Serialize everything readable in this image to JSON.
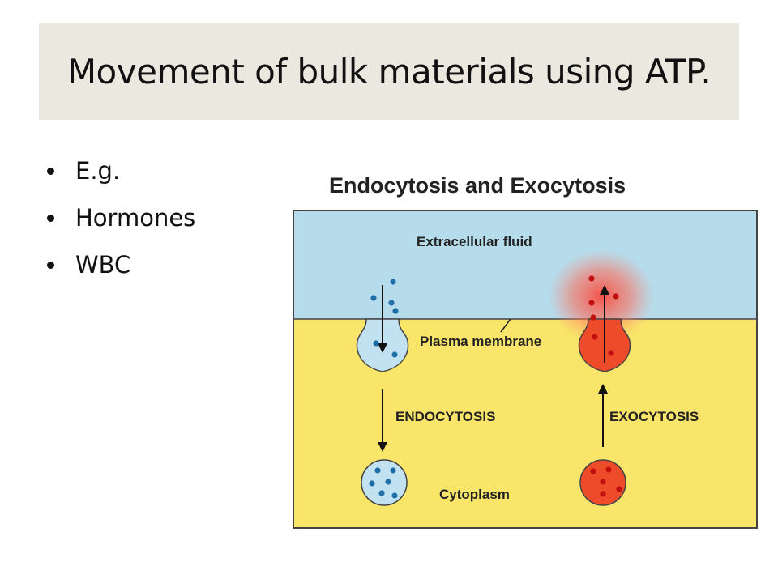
{
  "slide": {
    "title": "Movement of bulk materials using ATP.",
    "bullets": [
      "E.g.",
      "Hormones",
      "WBC"
    ]
  },
  "diagram": {
    "title": "Endocytosis and Exocytosis",
    "labels": {
      "extracellular": "Extracellular fluid",
      "membrane": "Plasma membrane",
      "endocytosis": "ENDOCYTOSIS",
      "exocytosis": "EXOCYTOSIS",
      "cytoplasm": "Cytoplasm"
    },
    "colors": {
      "extracellular": "#b6dcec",
      "cytoplasm": "#f8e56a",
      "endo_vesicle": "#c2e2f2",
      "endo_particle": "#1f6fa8",
      "exo_vesicle": "#ee4b2b",
      "exo_particle": "#c40f0f",
      "title_bg": "#ebe8e0"
    }
  }
}
